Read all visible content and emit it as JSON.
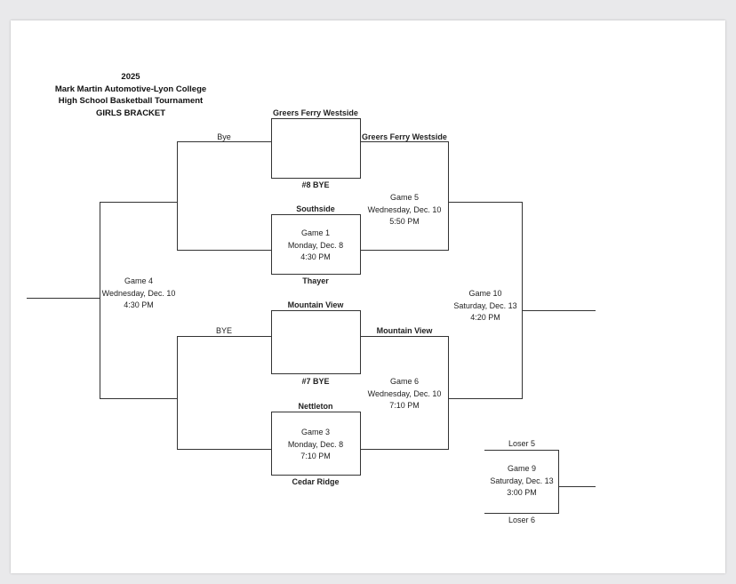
{
  "header": {
    "year": "2025",
    "sponsor": "Mark Martin Automotive-Lyon College",
    "event": "High School Basketball Tournament",
    "division": "GIRLS BRACKET"
  },
  "top_half": {
    "team_greers_ferry": "Greers Ferry Westside",
    "bye_seed": "#8  BYE",
    "bye_label": "Bye",
    "team_southside": "Southside",
    "team_thayer": "Thayer",
    "advance_greers": "Greers Ferry Westside",
    "game1": {
      "name": "Game 1",
      "date": "Monday, Dec. 8",
      "time": "4:30 PM"
    },
    "game5": {
      "name": "Game 5",
      "date": "Wednesday, Dec. 10",
      "time": "5:50 PM"
    }
  },
  "bottom_half": {
    "team_mountain_view": "Mountain View",
    "bye_seed": "#7    BYE",
    "bye_label": "BYE",
    "team_nettleton": "Nettleton",
    "team_cedar_ridge": "Cedar Ridge",
    "advance_mountain_view": "Mountain View",
    "game3": {
      "name": "Game 3",
      "date": "Monday, Dec. 8",
      "time": "7:10 PM"
    },
    "game6": {
      "name": "Game 6",
      "date": "Wednesday, Dec. 10",
      "time": "7:10 PM"
    }
  },
  "game4": {
    "name": "Game 4",
    "date": "Wednesday, Dec. 10",
    "time": "4:30 PM"
  },
  "game10": {
    "name": "Game 10",
    "date": "Saturday, Dec. 13",
    "time": "4:20 PM"
  },
  "consolation": {
    "loser5": "Loser 5",
    "loser6": "Loser 6",
    "game9": {
      "name": "Game 9",
      "date": "Saturday, Dec. 13",
      "time": "3:00 PM"
    }
  }
}
